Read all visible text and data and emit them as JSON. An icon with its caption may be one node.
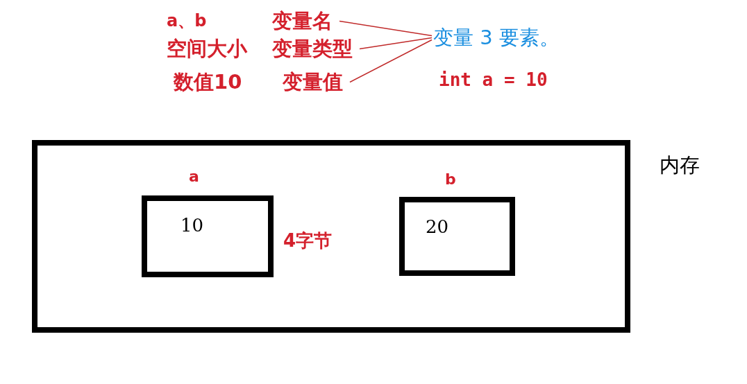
{
  "diagram": {
    "nodes": [
      {
        "text": [
          "变量名"
        ]
      },
      {
        "text": [
          "变量类型"
        ]
      },
      {
        "text": [
          "变量值"
        ]
      },
      {
        "text": [
          "变量 3 要素。"
        ]
      },
      {
        "text": [
          "内存"
        ]
      },
      {
        "text": [
          "a",
          "10"
        ],
        "beside": [
          "4字节"
        ],
        "in": 4
      },
      {
        "text": [
          "b",
          "20"
        ],
        "in": 4
      }
    ],
    "edges": [
      {
        "from": 0,
        "to": 3,
        "arrow": "none"
      },
      {
        "from": 1,
        "to": 3,
        "arrow": "none"
      },
      {
        "from": 2,
        "to": 3,
        "arrow": "none"
      }
    ],
    "labels": [
      "a、b",
      "空间大小",
      "数值10",
      "int a = 10"
    ]
  }
}
